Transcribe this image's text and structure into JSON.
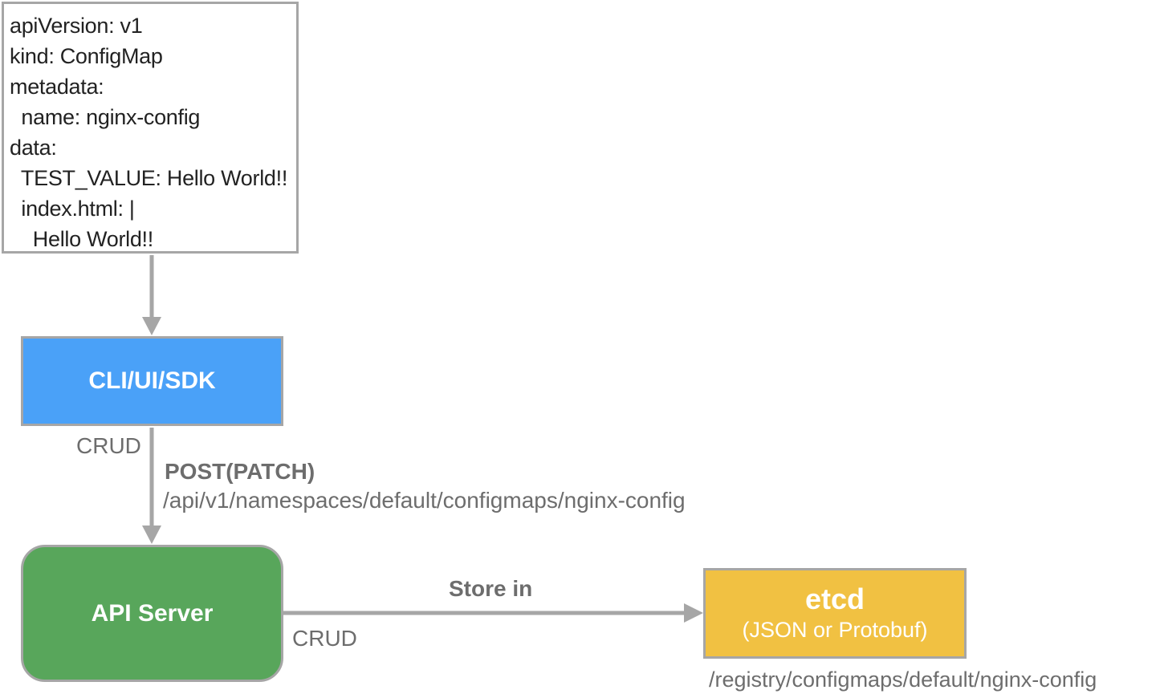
{
  "yaml": {
    "lines": [
      "apiVersion: v1",
      "kind: ConfigMap",
      "metadata:",
      "  name: nginx-config",
      "data:",
      "  TEST_VALUE: Hello World!!",
      "  index.html: |",
      "    Hello World!!"
    ]
  },
  "cli": {
    "label": "CLI/UI/SDK"
  },
  "cli_to_api": {
    "crud_label": "CRUD",
    "method": "POST(PATCH)",
    "path": "/api/v1/namespaces/default/configmaps/nginx-config"
  },
  "api_server": {
    "label": "API Server"
  },
  "api_to_etcd": {
    "action": "Store in",
    "crud_label": "CRUD"
  },
  "etcd": {
    "title": "etcd",
    "subtitle": "(JSON or Protobuf)",
    "path": "/registry/configmaps/default/nginx-config"
  },
  "colors": {
    "cli": "#4aa1f8",
    "api_server": "#58a65b",
    "etcd": "#f1c142",
    "border": "#a6a6a6",
    "arrow": "#a6a6a6",
    "label": "#6d6d6d"
  }
}
